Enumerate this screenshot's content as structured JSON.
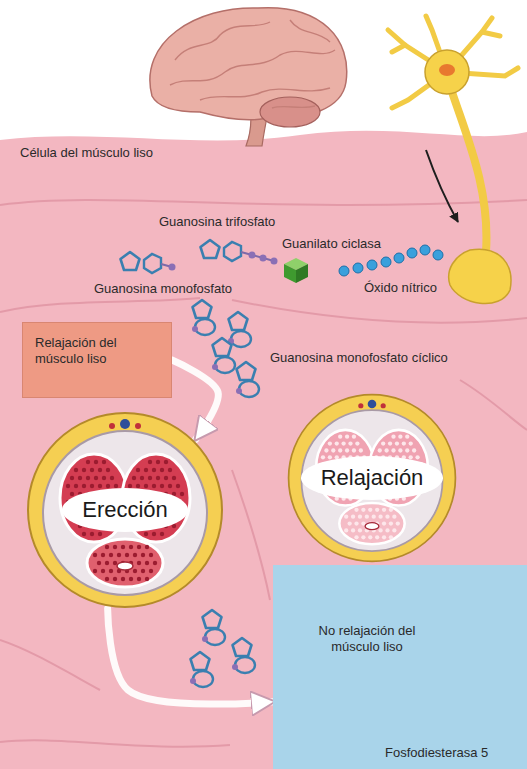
{
  "diagram": {
    "nodes": [
      {
        "text": [
          "Relajación del músculo liso"
        ]
      },
      {
        "text": [
          "Erección"
        ]
      },
      {
        "text": [
          "Relajación"
        ]
      },
      {
        "text": [
          "No relajación del músculo liso",
          "Fosfodiesterasa 5"
        ]
      }
    ],
    "edges": [
      {
        "from": 0,
        "to": 1,
        "arrow": "to"
      },
      {
        "from": 1,
        "to": 3,
        "arrow": "to"
      }
    ],
    "labels": [
      "Célula del músculo liso",
      "Guanosina trifosfato",
      "Guanilato ciclasa",
      "Guanosina monofosfato",
      "Óxido nítrico",
      "Guanosina monofosfato cíclico"
    ]
  }
}
